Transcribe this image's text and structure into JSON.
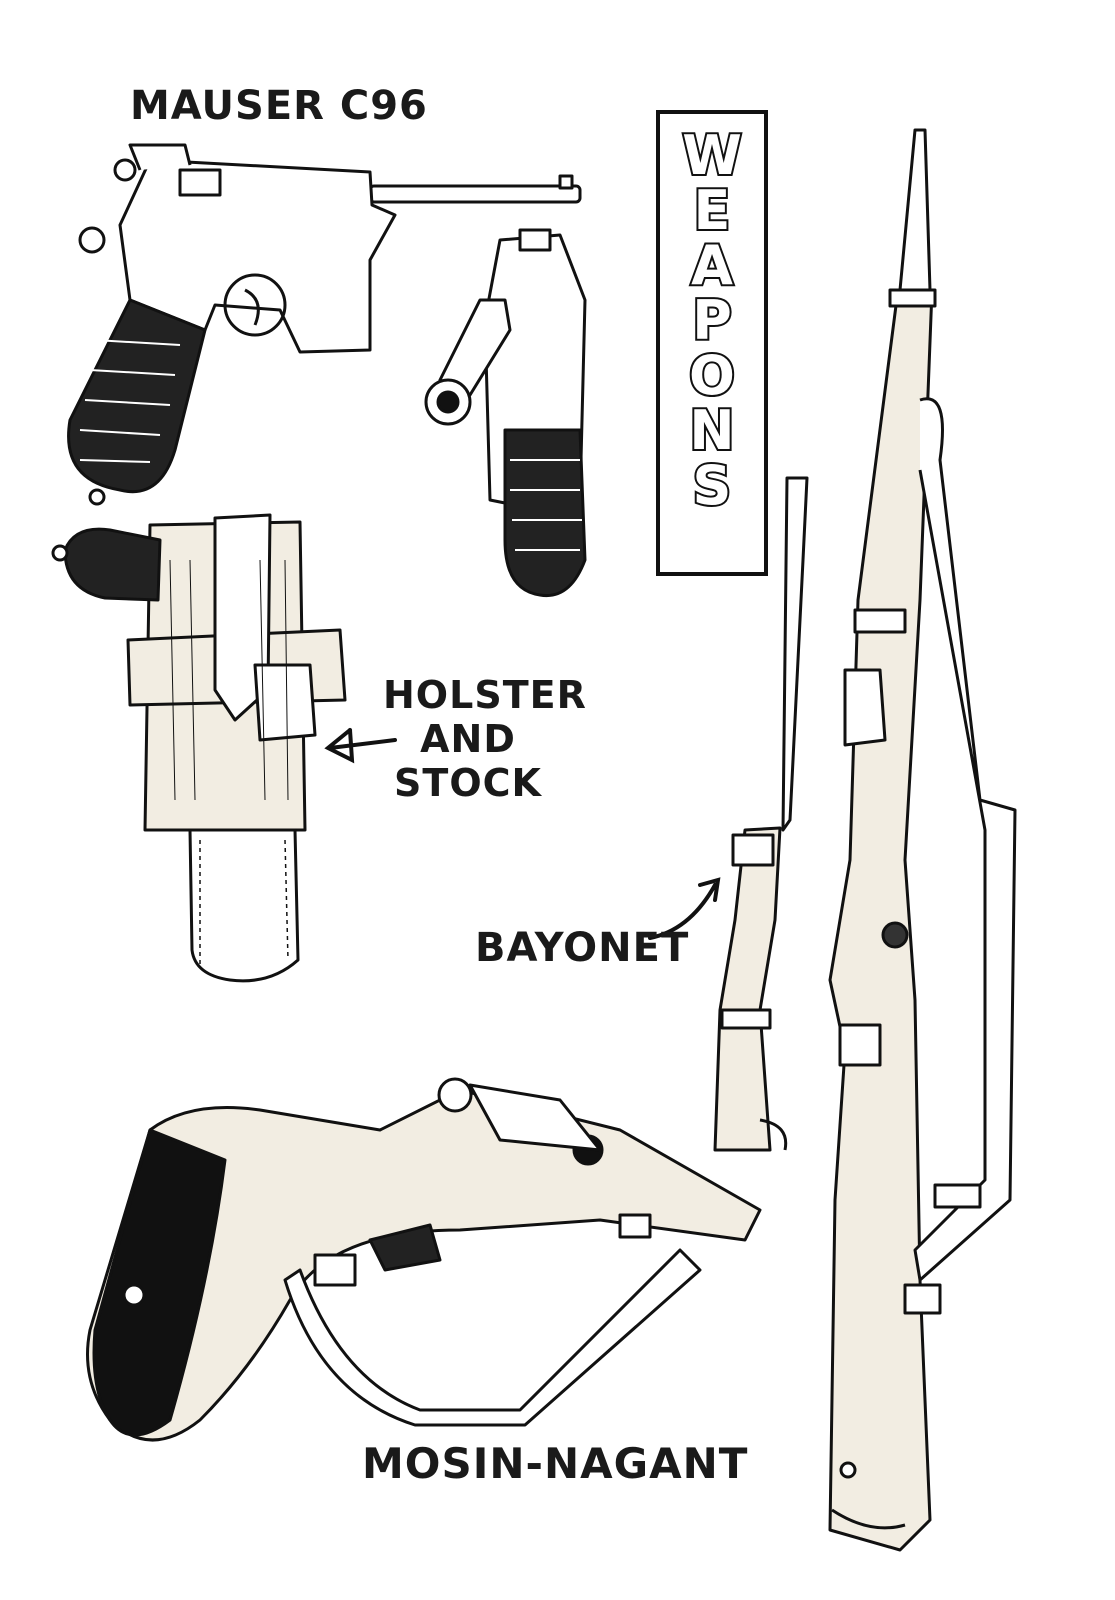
{
  "title": "WEAPONS",
  "labels": {
    "mauser": "MAUSER C96",
    "holster_line1": "HOLSTER",
    "holster_line2": "AND",
    "holster_line3": "STOCK",
    "bayonet": "BAYONET",
    "mosin": "MOSIN-NAGANT"
  },
  "colors": {
    "ink": "#111111",
    "paper": "#ffffff",
    "wood": "#f2ede2"
  },
  "illustrations": [
    "mauser-c96-side-icon",
    "mauser-c96-front-icon",
    "holster-stock-icon",
    "rifle-with-bayonet-icon",
    "mosin-nagant-rifle-icon",
    "rifle-stock-closeup-icon"
  ]
}
